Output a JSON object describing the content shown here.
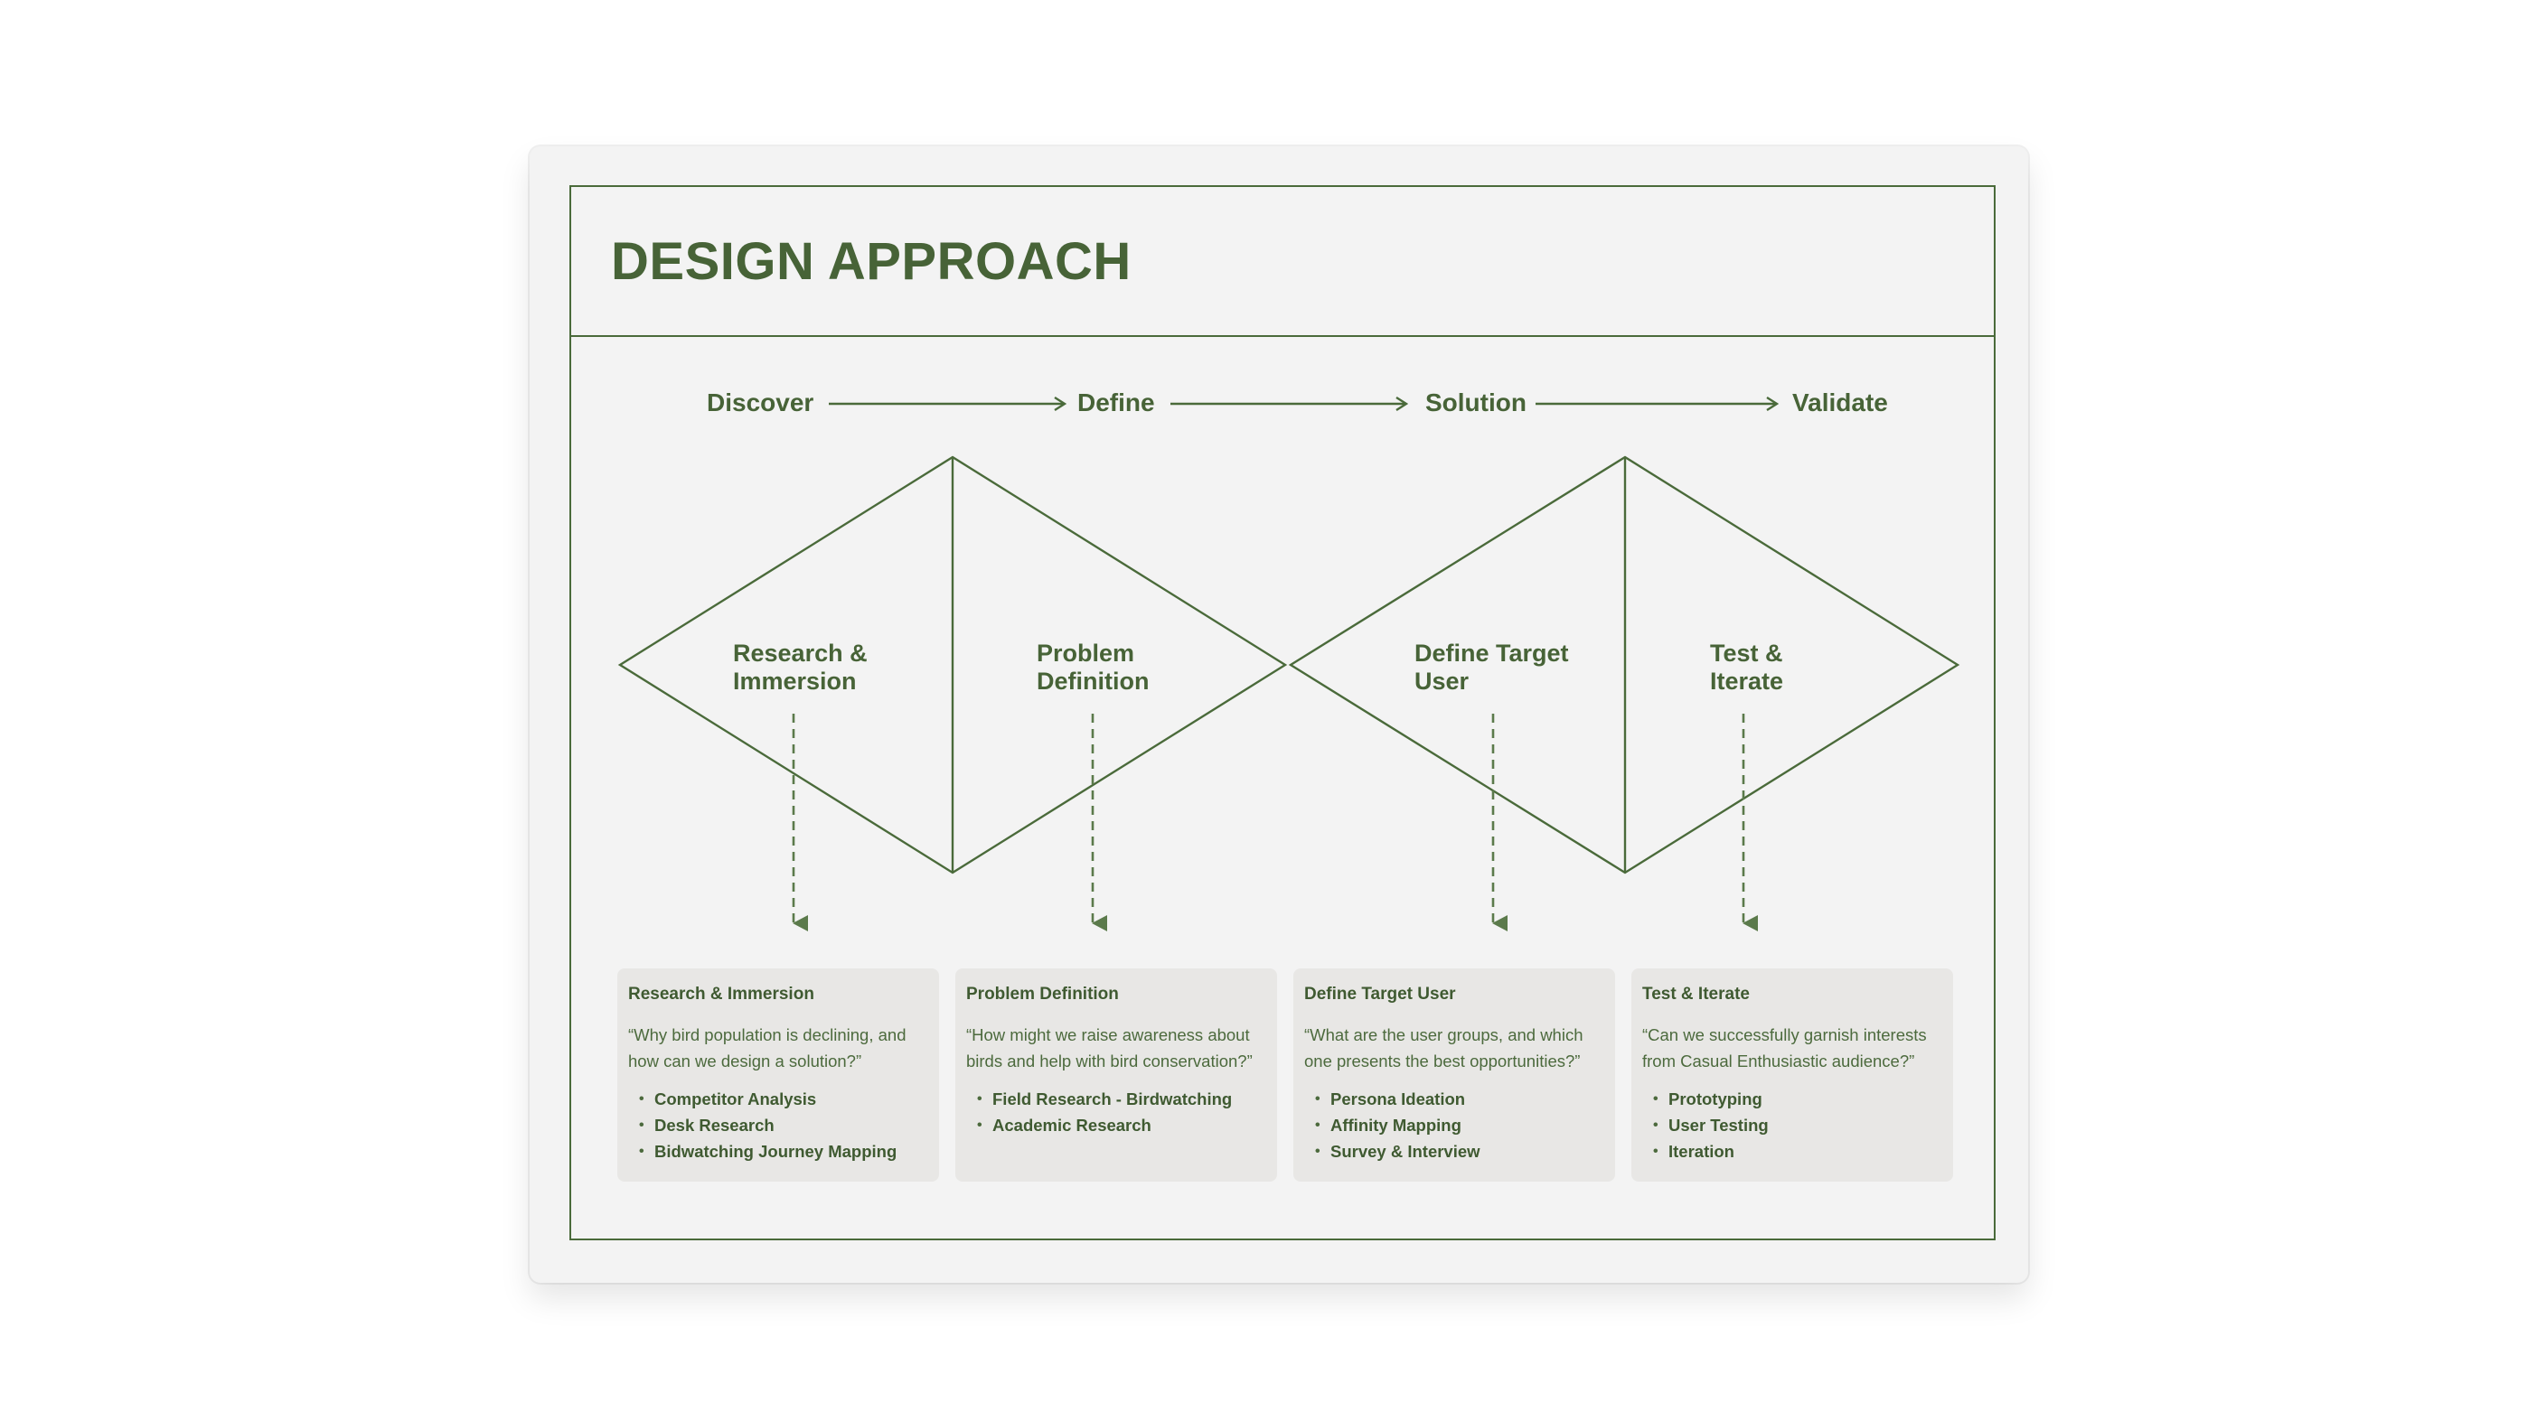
{
  "title": "DESIGN APPROACH",
  "colors": {
    "accent": "#476337",
    "line": "#4a6a3a",
    "card_bg": "#f3f3f3",
    "box_bg": "#e8e7e5"
  },
  "phases": [
    "Discover",
    "Define",
    "Solution",
    "Validate"
  ],
  "diamond_labels": [
    {
      "line1": "Research &",
      "line2": "Immersion"
    },
    {
      "line1": "Problem",
      "line2": "Definition"
    },
    {
      "line1": "Define Target",
      "line2": "User"
    },
    {
      "line1": "Test &",
      "line2": "Iterate"
    }
  ],
  "steps": [
    {
      "title": "Research & Immersion",
      "question": "“Why bird population is declining, and how can we design a solution?”",
      "items": [
        "Competitor Analysis",
        "Desk Research",
        "Bidwatching Journey Mapping"
      ]
    },
    {
      "title": "Problem Definition",
      "question": "“How might we raise awareness about birds and help with bird conservation?”",
      "items": [
        "Field Research - Birdwatching",
        "Academic Research"
      ]
    },
    {
      "title": "Define Target User",
      "question": "“What are the user groups, and which one presents the best opportunities?”",
      "items": [
        "Persona Ideation",
        "Affinity Mapping",
        "Survey & Interview"
      ]
    },
    {
      "title": "Test & Iterate",
      "question": "“Can we successfully garnish interests from Casual Enthusiastic audience?”",
      "items": [
        "Prototyping",
        "User Testing",
        "Iteration"
      ]
    }
  ]
}
